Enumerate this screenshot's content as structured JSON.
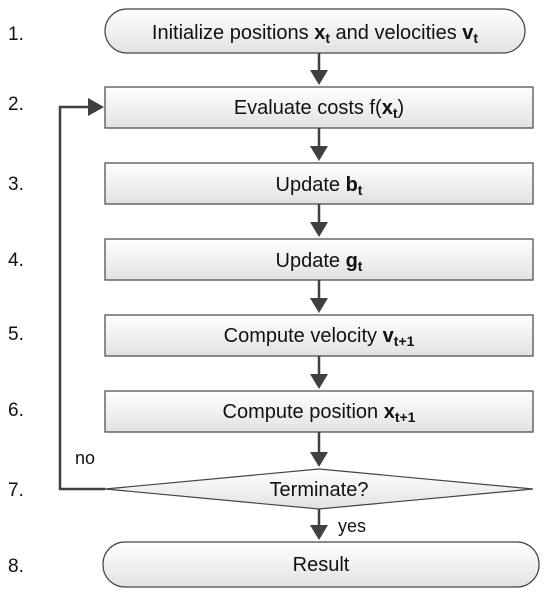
{
  "steps": [
    {
      "number": "1.",
      "prefix": "Initialize positions ",
      "var1": "x",
      "sub1": "t",
      "mid": " and velocities ",
      "var2": "v",
      "sub2": "t",
      "suffix": ""
    },
    {
      "number": "2.",
      "prefix": "Evaluate costs f(",
      "var1": "x",
      "sub1": "t",
      "suffix": ")"
    },
    {
      "number": "3.",
      "prefix": "Update ",
      "var1": "b",
      "sub1": "t",
      "suffix": ""
    },
    {
      "number": "4.",
      "prefix": "Update ",
      "var1": "g",
      "sub1": "t",
      "suffix": ""
    },
    {
      "number": "5.",
      "prefix": "Compute velocity ",
      "var1": "v",
      "sub1": "t+1",
      "suffix": ""
    },
    {
      "number": "6.",
      "prefix": "Compute position ",
      "var1": "x",
      "sub1": "t+1",
      "suffix": ""
    },
    {
      "number": "7.",
      "prefix": "Terminate?"
    },
    {
      "number": "8.",
      "prefix": "Result"
    }
  ],
  "edges": {
    "no_label": "no",
    "yes_label": "yes"
  },
  "colors": {
    "box_top": "#ffffff",
    "box_bottom": "#e2e2e2",
    "stroke": "#444444",
    "arrow": "#404040"
  }
}
